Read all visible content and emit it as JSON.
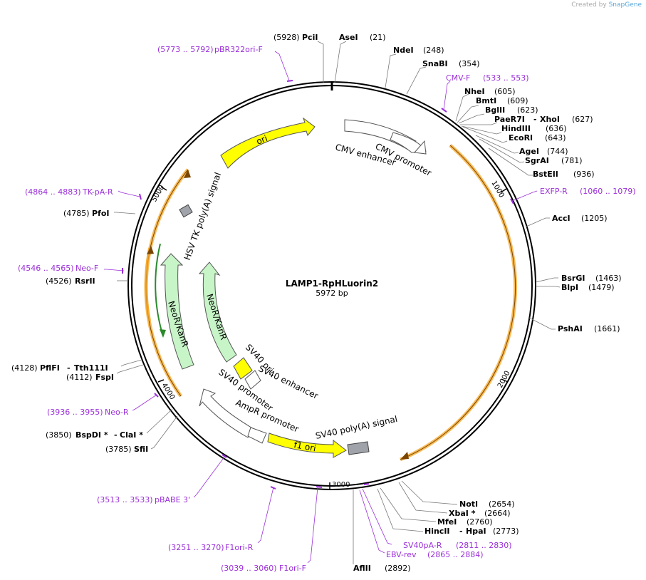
{
  "credit": {
    "prefix": "Created by",
    "brand": "SnapGene"
  },
  "plasmid": {
    "name": "LAMP1-RpHLuorin2",
    "size_label": "5972 bp",
    "length": 5972
  },
  "ticks": [
    "1000",
    "2000",
    "3000",
    "4000",
    "5000"
  ],
  "enzymes": [
    {
      "name": "PciI",
      "pos": "(5928)"
    },
    {
      "name": "AseI",
      "pos": "(21)"
    },
    {
      "name": "NdeI",
      "pos": "(248)"
    },
    {
      "name": "SnaBI",
      "pos": "(354)"
    },
    {
      "name": "NheI",
      "pos": "(605)"
    },
    {
      "name": "BmtI",
      "pos": "(609)"
    },
    {
      "name": "BglII",
      "pos": "(623)"
    },
    {
      "name": "PaeR7I",
      "name2": "XhoI",
      "pos": "(627)"
    },
    {
      "name": "HindIII",
      "pos": "(636)"
    },
    {
      "name": "EcoRI",
      "pos": "(643)"
    },
    {
      "name": "AgeI",
      "pos": "(744)"
    },
    {
      "name": "SgrAI",
      "pos": "(781)"
    },
    {
      "name": "BstEII",
      "pos": "(936)"
    },
    {
      "name": "AccI",
      "pos": "(1205)"
    },
    {
      "name": "BsrGI",
      "pos": "(1463)"
    },
    {
      "name": "BlpI",
      "pos": "(1479)"
    },
    {
      "name": "PshAI",
      "pos": "(1661)"
    },
    {
      "name": "NotI",
      "pos": "(2654)"
    },
    {
      "name": "XbaI *",
      "pos": "(2664)"
    },
    {
      "name": "MfeI",
      "pos": "(2760)"
    },
    {
      "name": "HincII",
      "name2": "HpaI",
      "pos": "(2773)"
    },
    {
      "name": "AflII",
      "pos": "(2892)"
    },
    {
      "name": "SfiI",
      "pos": "(3785)"
    },
    {
      "name": "BspDI *",
      "name2": "ClaI *",
      "pos": "(3850)"
    },
    {
      "name": "FspI",
      "pos": "(4112)"
    },
    {
      "name": "PflFI",
      "name2": "Tth111I",
      "pos": "(4128)"
    },
    {
      "name": "RsrII",
      "pos": "(4526)"
    },
    {
      "name": "PfoI",
      "pos": "(4785)"
    }
  ],
  "primers": [
    {
      "range": "(5773 .. 5792)",
      "name": "pBR322ori-F"
    },
    {
      "range": "(533 .. 553)",
      "name": "CMV-F"
    },
    {
      "range": "(1060 .. 1079)",
      "name": "EXFP-R"
    },
    {
      "range": "(2811 .. 2830)",
      "name": "SV40pA-R"
    },
    {
      "range": "(2865 .. 2884)",
      "name": "EBV-rev"
    },
    {
      "range": "(3039 .. 3060)",
      "name": "F1ori-F"
    },
    {
      "range": "(3251 .. 3270)",
      "name": "F1ori-R"
    },
    {
      "range": "(3513 .. 3533)",
      "name": "pBABE 3'"
    },
    {
      "range": "(3936 .. 3955)",
      "name": "Neo-R"
    },
    {
      "range": "(4546 .. 4565)",
      "name": "Neo-F"
    },
    {
      "range": "(4864 .. 4883)",
      "name": "TK-pA-R"
    }
  ],
  "features": [
    {
      "name": "ori"
    },
    {
      "name": "CMV enhancer"
    },
    {
      "name": "CMV promoter"
    },
    {
      "name": "HSV TK poly(A) signal"
    },
    {
      "name": "NeoR/KanR"
    },
    {
      "name": "NeoR/KanR"
    },
    {
      "name": "SV40 ori"
    },
    {
      "name": "SV40 enhancer"
    },
    {
      "name": "SV40 promoter"
    },
    {
      "name": "AmpR promoter"
    },
    {
      "name": "SV40 poly(A) signal"
    },
    {
      "name": "f1 ori"
    }
  ],
  "colors": {
    "primer": "#9b30d9",
    "orf": "#f5a623",
    "ori": "#ffff00",
    "neo": "#c8f5c8",
    "green_line": "#2b8a2b"
  }
}
